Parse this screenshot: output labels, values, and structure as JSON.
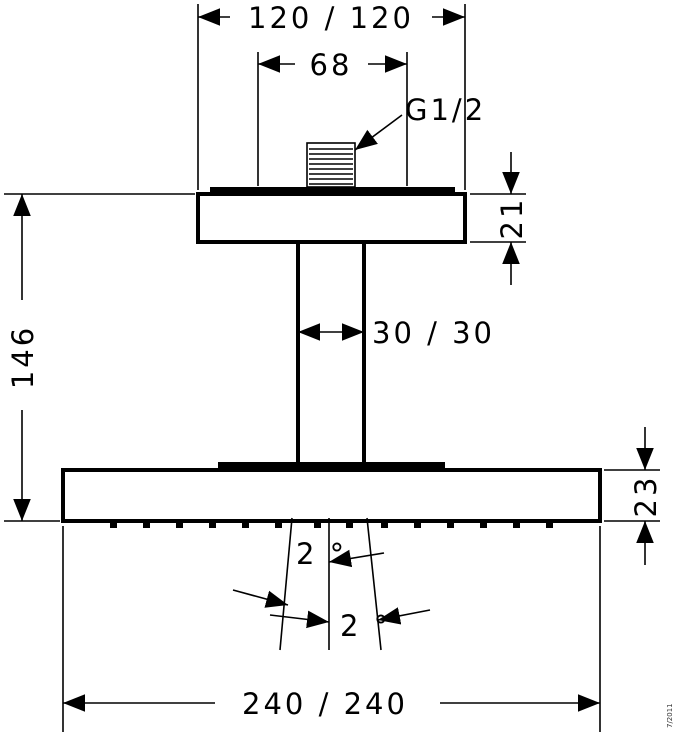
{
  "drawing": {
    "title": "Overhead shower dimension drawing",
    "dimensions": {
      "top_width": "120 / 120",
      "connection_spacing": "68",
      "thread": "G1/2",
      "flange_height": "21",
      "total_height": "146",
      "arm_width": "30 / 30",
      "head_height": "23",
      "head_width": "240 / 240",
      "angle_upper": "2 °",
      "angle_lower": "2 °"
    },
    "revision": "7/2011"
  }
}
